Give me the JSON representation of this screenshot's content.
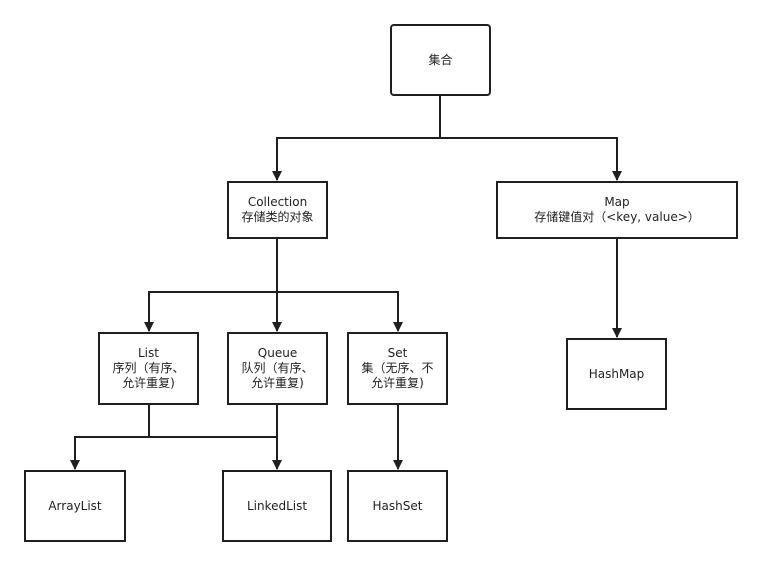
{
  "diagram": {
    "line_color": "#1f1f1f",
    "nodes": {
      "root": {
        "lines": [
          "集合"
        ]
      },
      "collection": {
        "lines": [
          "Collection",
          "存储类的对象"
        ]
      },
      "map": {
        "lines": [
          "Map",
          "存储键值对（<key, value>）"
        ]
      },
      "list": {
        "lines": [
          "List",
          "序列（有序、",
          "允许重复)"
        ]
      },
      "queue": {
        "lines": [
          "Queue",
          "队列（有序、",
          "允许重复)"
        ]
      },
      "set": {
        "lines": [
          "Set",
          "集（无序、不",
          "允许重复)"
        ]
      },
      "hashmap": {
        "lines": [
          "HashMap"
        ]
      },
      "arraylist": {
        "lines": [
          "ArrayList"
        ]
      },
      "linkedlist": {
        "lines": [
          "LinkedList"
        ]
      },
      "hashset": {
        "lines": [
          "HashSet"
        ]
      }
    }
  }
}
